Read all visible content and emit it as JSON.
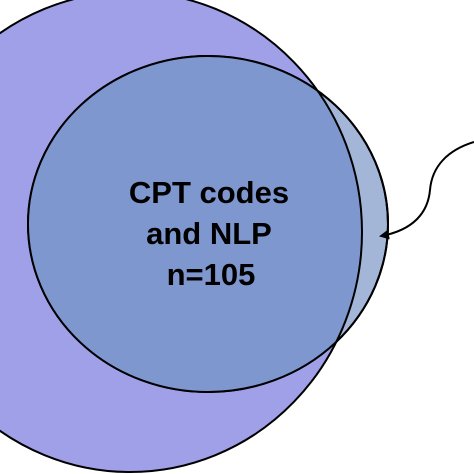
{
  "diagram": {
    "type": "venn",
    "intersection_label": {
      "line1": "CPT codes",
      "line2": "and NLP",
      "line3": "n=105"
    },
    "colors": {
      "large_set_fill": "#9fa0e8",
      "small_set_fill": "#a3b6d8",
      "overlap_fill": "#7e97cf",
      "outline": "#000000",
      "background": "#ffffff"
    }
  }
}
